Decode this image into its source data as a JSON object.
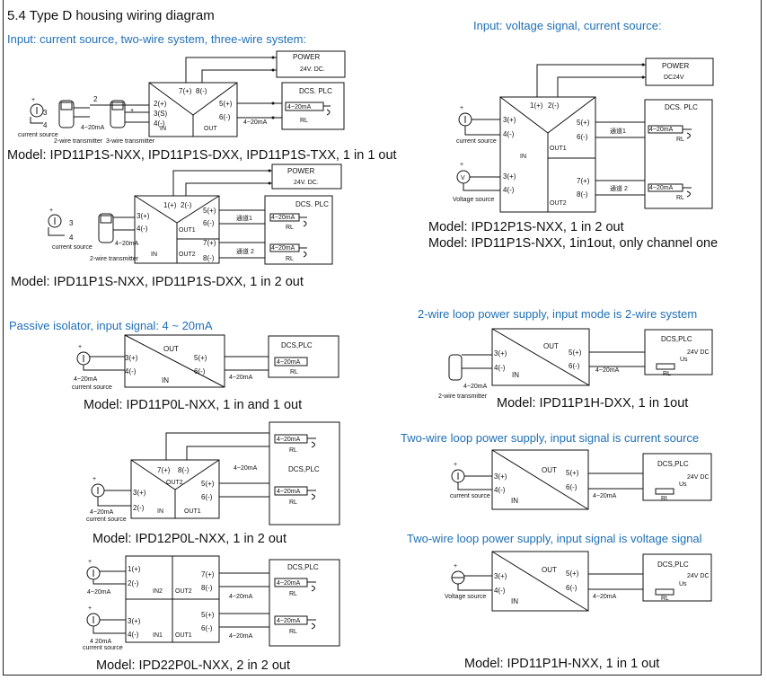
{
  "section_title": "5.4 Type D housing wiring diagram",
  "captions": {
    "c1": "Input: current source, two-wire system, three-wire system:",
    "c2": "Input: voltage signal, current source:",
    "c3": "Passive isolator, input signal: 4 ~ 20mA",
    "c4": "2-wire loop power supply, input mode is 2-wire system",
    "c5": "Two-wire loop power supply, input signal is current source",
    "c6": "Two-wire loop power supply, input signal is voltage signal"
  },
  "models": {
    "m1": "Model: IPD11P1S-NXX, IPD11P1S-DXX, IPD11P1S-TXX, 1 in 1 out",
    "m2": "Model: IPD11P1S-NXX, IPD11P1S-DXX, 1 in 2 out",
    "m3a": "Model: IPD12P1S-NXX, 1 in 2 out",
    "m3b": "Model: IPD11P1S-NXX, 1in1out, only channel one",
    "m4": "Model: IPD11P0L-NXX, 1 in and 1 out",
    "m5": "Model: IPD11P1H-DXX, 1 in 1out",
    "m6": "Model: IPD12P0L-NXX, 1 in 2 out",
    "m7": "Model: IPD22P0L-NXX, 2 in 2 out",
    "m8": "Model: IPD11P1H-NXX, 1 in 1 out"
  },
  "labels": {
    "power": "POWER",
    "v24dc": "24V. DC.",
    "dc24v": "DC24V",
    "dcs_plc": "DCS. PLC",
    "dcs_plc2": "DCS,PLC",
    "in": "IN",
    "in1": "IN1",
    "in2": "IN2",
    "out": "OUT",
    "out1": "OUT1",
    "out2": "OUT2",
    "ma": "4~20mA",
    "ma_b": "4  20mA",
    "rl": "RL",
    "ch1": "通道1",
    "ch2": "通道 2",
    "current_source": "current source",
    "voltage_source": "Voltage source",
    "voltage_source2": "Voltage source",
    "two_wire_tx": "2-wire transmitter",
    "three_wire_tx": "3-wire transmitter",
    "v24_dc": "24V DC",
    "us": "Us",
    "t1p": "1(+)",
    "t1": "1(+)",
    "t2": "2(-)",
    "t2b": "2(−)",
    "t2p": "2(+)",
    "t3": "3(+)",
    "t3s": "3(S)",
    "t4": "4(-)",
    "t5": "5(+)",
    "t6": "6(-)",
    "t7": "7(+)",
    "t8": "8(-)",
    "n1": "1",
    "n2": "2",
    "n3": "3",
    "n4": "4",
    "plus": "+",
    "minus": "−",
    "vsym": "V"
  },
  "colors": {
    "caption": "#1f6fb5",
    "ink": "#111111"
  }
}
